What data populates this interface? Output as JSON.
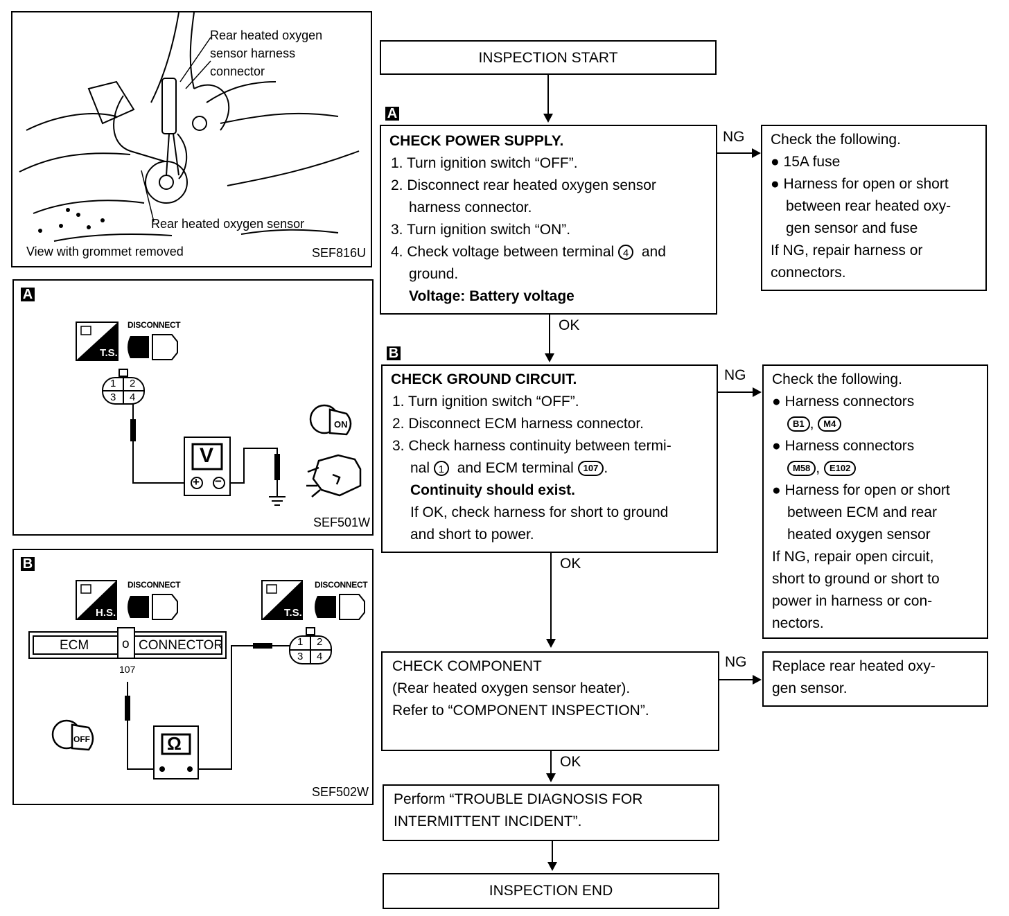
{
  "fig_top": {
    "callout_connector": [
      "Rear heated oxygen",
      "sensor harness",
      "connector"
    ],
    "callout_sensor": "Rear heated oxygen sensor",
    "caption": "View with grommet removed",
    "code": "SEF816U"
  },
  "fig_a": {
    "tag": "A",
    "ts_label": "T.S.",
    "disconnect": "DISCONNECT",
    "pins": [
      "1",
      "2",
      "3",
      "4"
    ],
    "meter": "V",
    "plus": "+",
    "minus": "−",
    "key_label": "ON",
    "code": "SEF501W"
  },
  "fig_b": {
    "tag": "B",
    "hs_label": "H.S.",
    "ts_label": "T.S.",
    "disconnect": "DISCONNECT",
    "ecm": "ECM",
    "connector": "CONNECTOR",
    "ecm_pin": "107",
    "pins": [
      "1",
      "2",
      "3",
      "4"
    ],
    "meter": "Ω",
    "key_label": "OFF",
    "code": "SEF502W"
  },
  "flow": {
    "start": "INSPECTION START",
    "step_a": {
      "tag": "A",
      "title": "CHECK POWER SUPPLY.",
      "lines": [
        "1. Turn ignition switch “OFF”.",
        "2. Disconnect rear heated oxygen sensor",
        "harness connector.",
        "3. Turn ignition switch “ON”.",
        "4. Check voltage between terminal",
        "and",
        "ground."
      ],
      "terminal": "4",
      "spec": "Voltage: Battery voltage",
      "ng": "NG",
      "ok": "OK",
      "ng_box": [
        "Check the following.",
        "15A fuse",
        "Harness for open or short",
        "between rear heated oxy-",
        "gen sensor and fuse",
        "If NG, repair harness or",
        "connectors."
      ]
    },
    "step_b": {
      "tag": "B",
      "title": "CHECK GROUND CIRCUIT.",
      "lines": [
        "1. Turn ignition switch “OFF”.",
        "2. Disconnect ECM harness connector.",
        "3. Check harness continuity between termi-",
        "nal",
        "and ECM terminal",
        "."
      ],
      "terminal": "1",
      "ecm_terminal": "107",
      "spec": "Continuity should exist.",
      "note": [
        "If OK, check harness for short to ground",
        "and short to power."
      ],
      "ng": "NG",
      "ok": "OK",
      "ng_box": {
        "head": "Check the following.",
        "item1": "Harness connectors",
        "conn1": [
          "B1",
          "M4"
        ],
        "item2": "Harness connectors",
        "conn2": [
          "M58",
          "E102"
        ],
        "item3": [
          "Harness for open or short",
          "between ECM and rear",
          "heated oxygen sensor"
        ],
        "tail": [
          "If NG, repair open circuit,",
          "short to ground or short to",
          "power in harness or con-",
          "nectors."
        ]
      }
    },
    "step_c": {
      "lines": [
        "CHECK COMPONENT",
        "(Rear heated oxygen sensor heater).",
        "Refer to “COMPONENT INSPECTION”."
      ],
      "ng": "NG",
      "ok": "OK",
      "ng_box": [
        "Replace rear heated oxy-",
        "gen sensor."
      ]
    },
    "step_d": [
      "Perform “TROUBLE DIAGNOSIS FOR",
      "INTERMITTENT INCIDENT”."
    ],
    "end": "INSPECTION END"
  }
}
